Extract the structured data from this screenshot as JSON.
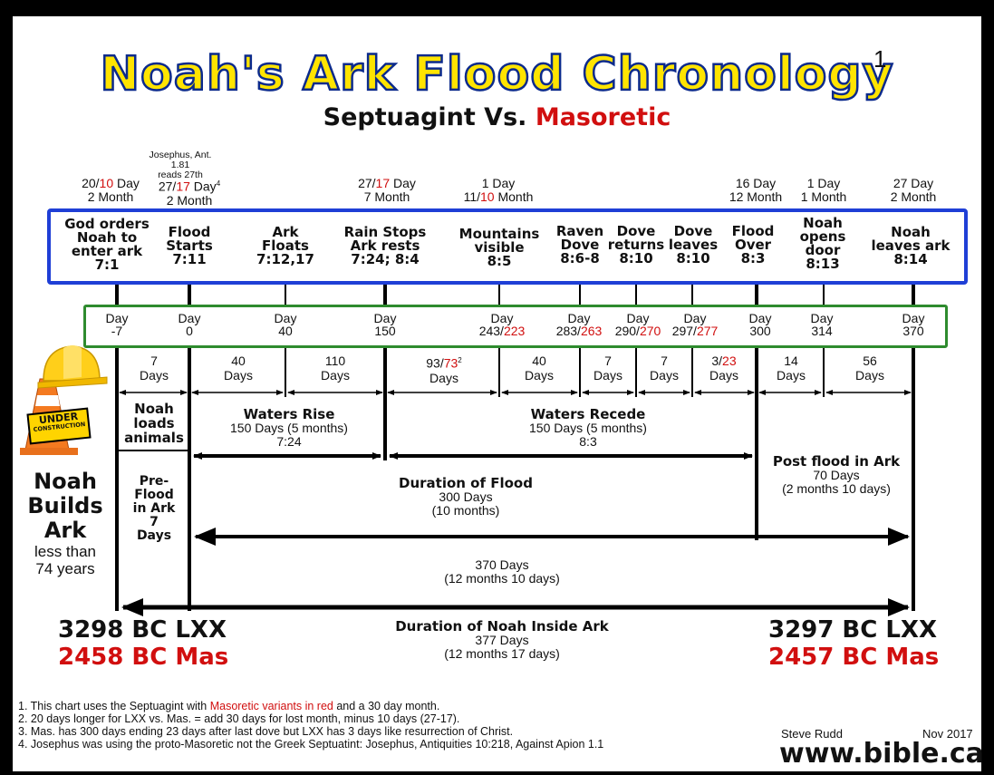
{
  "title": "Noah's Ark Flood Chronology",
  "title_superscript": "1",
  "subtitle_a": "Septuagint Vs.",
  "subtitle_b": "Masoretic",
  "josephus_note": "Josephus, Ant. 1.81",
  "josephus_note2": "reads 27th",
  "dates": [
    {
      "l1a": "20/",
      "l1b": "10",
      "l1c": " Day",
      "l2": "2 Month"
    },
    {
      "l1a": "27/",
      "l1b": "17",
      "l1c": " Day",
      "sup": "4",
      "l2": "2 Month"
    },
    {
      "l1a": "27/",
      "l1b": "17",
      "l1c": " Day",
      "l2": "7 Month"
    },
    {
      "l1a": "",
      "l1b": "",
      "l1c": "1 Day",
      "l2a": "11/",
      "l2b": "10",
      "l2c": " Month"
    },
    {
      "l1a": "",
      "l1b": "",
      "l1c": "16 Day",
      "l2": "12 Month"
    },
    {
      "l1a": "",
      "l1b": "",
      "l1c": "1 Day",
      "l2": "1 Month"
    },
    {
      "l1a": "",
      "l1b": "",
      "l1c": "27 Day",
      "l2": "2 Month"
    }
  ],
  "events": [
    {
      "lines": [
        "God orders",
        "Noah to",
        "enter ark",
        "7:1"
      ]
    },
    {
      "lines": [
        "Flood",
        "Starts",
        "7:11"
      ]
    },
    {
      "lines": [
        "Ark",
        "Floats",
        "7:12,17"
      ]
    },
    {
      "lines": [
        "Rain Stops",
        "Ark rests",
        "7:24; 8:4"
      ]
    },
    {
      "lines": [
        "Mountains",
        "visible",
        "8:5"
      ]
    },
    {
      "lines": [
        "Raven",
        "Dove",
        "8:6-8"
      ]
    },
    {
      "lines": [
        "Dove",
        "returns",
        "8:10"
      ]
    },
    {
      "lines": [
        "Dove",
        "leaves",
        "8:10"
      ]
    },
    {
      "lines": [
        "Flood",
        "Over",
        "8:3"
      ]
    },
    {
      "lines": [
        "Noah",
        "opens",
        "door",
        "8:13"
      ]
    },
    {
      "lines": [
        "Noah",
        "leaves ark",
        "8:14"
      ]
    }
  ],
  "days": [
    {
      "a": "Day",
      "b": "-7",
      "c": ""
    },
    {
      "a": "Day",
      "b": "0",
      "c": ""
    },
    {
      "a": "Day",
      "b": "40",
      "c": ""
    },
    {
      "a": "Day",
      "b": "150",
      "c": ""
    },
    {
      "a": "Day",
      "b": "243/",
      "c": "223"
    },
    {
      "a": "Day",
      "b": "283/",
      "c": "263"
    },
    {
      "a": "Day",
      "b": "290/",
      "c": "270"
    },
    {
      "a": "Day",
      "b": "297/",
      "c": "277"
    },
    {
      "a": "Day",
      "b": "300",
      "c": ""
    },
    {
      "a": "Day",
      "b": "314",
      "c": ""
    },
    {
      "a": "Day",
      "b": "370",
      "c": ""
    }
  ],
  "intervals": [
    {
      "n": "7",
      "u": "Days"
    },
    {
      "n": "40",
      "u": "Days"
    },
    {
      "n": "110",
      "u": "Days"
    },
    {
      "n": "93/",
      "r": "73",
      "sup": "2",
      "u": "Days"
    },
    {
      "n": "40",
      "u": "Days"
    },
    {
      "n": "7",
      "u": "Days"
    },
    {
      "n": "7",
      "u": "Days"
    },
    {
      "n": "3/",
      "r": "23",
      "u": "Days"
    },
    {
      "n": "14",
      "u": "Days"
    },
    {
      "n": "56",
      "u": "Days"
    }
  ],
  "noah_loads": [
    "Noah",
    "loads",
    "animals"
  ],
  "preflood": [
    "Pre-",
    "Flood",
    "in Ark",
    "7",
    "Days"
  ],
  "waters_rise": {
    "title": "Waters Rise",
    "l1": "150 Days (5 months)",
    "l2": "7:24"
  },
  "waters_recede": {
    "title": "Waters Recede",
    "l1": "150 Days (5 months)",
    "l2": "8:3"
  },
  "duration_flood": {
    "title": "Duration of Flood",
    "l1": "300 Days",
    "l2": "(10 months)"
  },
  "post_flood": {
    "title": "Post flood in Ark",
    "l1": "70 Days",
    "l2": "(2 months 10 days)"
  },
  "days370": {
    "l1": "370 Days",
    "l2": "(12 months 10 days)"
  },
  "inside_ark": {
    "title": "Duration of Noah Inside Ark",
    "l1": "377 Days",
    "l2": "(12 months 17 days)"
  },
  "builds": {
    "l1": "Noah",
    "l2": "Builds",
    "l3": "Ark",
    "l4": "less than",
    "l5": "74 years"
  },
  "sign": {
    "l1": "UNDER",
    "l2": "CONSTRUCTION"
  },
  "start_lxx": "3298 BC LXX",
  "start_mas": "2458 BC Mas",
  "end_lxx": "3297 BC LXX",
  "end_mas": "2457 BC Mas",
  "footnotes": {
    "f1a": "1. This chart uses the Septuagint with ",
    "f1b": "Masoretic variants in red",
    "f1c": " and a 30 day month.",
    "f2": "2. 20 days longer for LXX vs. Mas. = add 30 days for lost month, minus 10 days (27-17).",
    "f3": "3. Mas. has 300 days ending 23 days after last dove but LXX has 3 days like resurrection of Christ.",
    "f4": "4. Josephus was using the proto-Masoretic not the Greek Septuatint: Josephus, Antiquities 10:218, Against Apion 1.1"
  },
  "author": "Steve Rudd",
  "date": "Nov 2017",
  "website": "www.bible.ca"
}
